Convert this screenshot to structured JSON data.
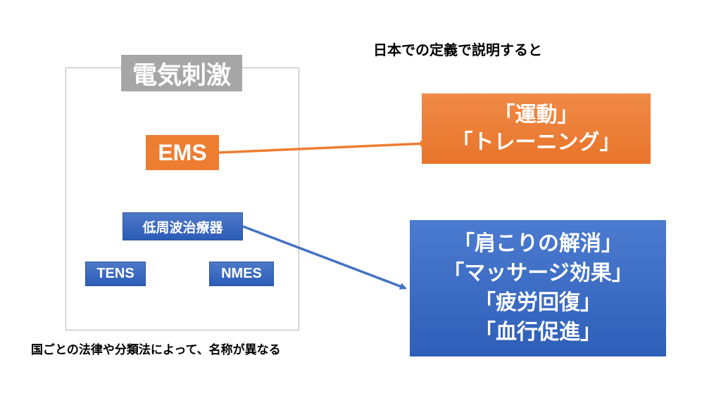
{
  "heading": "日本での定義で説明すると",
  "category_title": "電気刺激",
  "ems_label": "EMS",
  "low_freq_label": "低周波治療器",
  "tens_label": "TENS",
  "nmes_label": "NMES",
  "footnote": "国ごとの法律や分類法によって、名称が異なる",
  "ems_definition": {
    "lines": [
      "「運動」",
      "「トレーニング」"
    ]
  },
  "low_freq_definition": {
    "lines": [
      "「肩こりの解消」",
      "「マッサージ効果」",
      "「疲労回復」",
      "「血行促進」"
    ]
  },
  "colors": {
    "orange": "#ed7d31",
    "blue": "#4472c4",
    "gray": "#a6a6a6"
  }
}
